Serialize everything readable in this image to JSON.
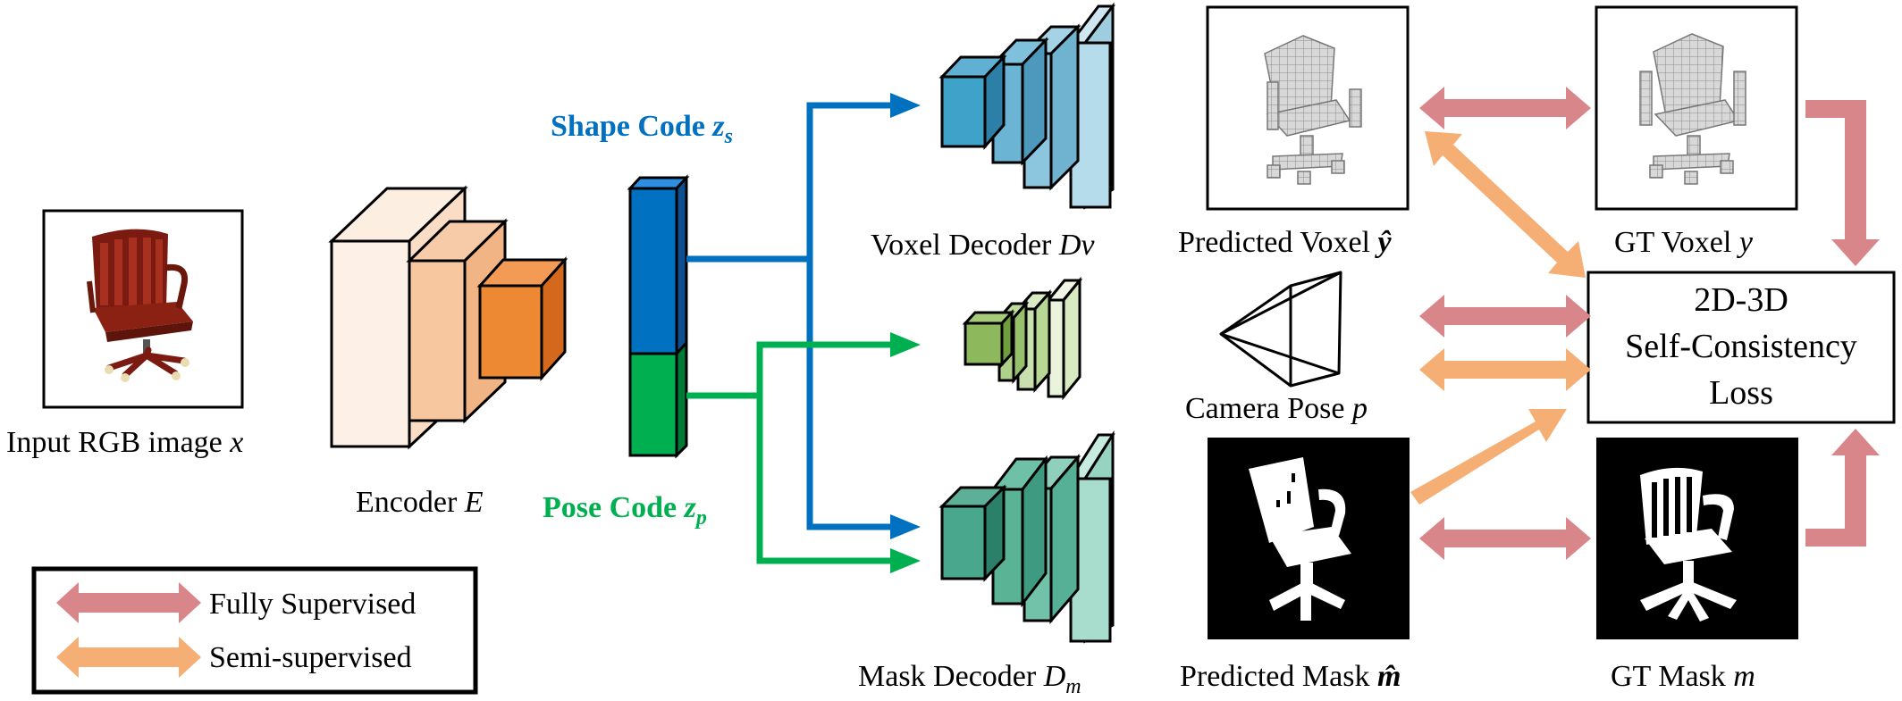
{
  "input": {
    "label": "Input RGB image ",
    "var": "x"
  },
  "encoder": {
    "label": "Encoder ",
    "var": "E"
  },
  "shape_code": {
    "label": "Shape Code ",
    "var": "z",
    "sub": "s",
    "color": "#0070C0"
  },
  "pose_code": {
    "label": "Pose Code ",
    "var": "z",
    "sub": "p",
    "color": "#00B050"
  },
  "voxel_decoder": {
    "label": "Voxel Decoder ",
    "var": "Dv"
  },
  "mask_decoder": {
    "label": "Mask Decoder ",
    "var": "D",
    "sub": "m"
  },
  "predicted_voxel": {
    "label": "Predicted Voxel ",
    "var": "ŷ"
  },
  "gt_voxel": {
    "label": "GT Voxel ",
    "var": "y"
  },
  "camera_pose": {
    "label": "Camera Pose ",
    "var": "p"
  },
  "predicted_mask": {
    "label": "Predicted Mask ",
    "var": "m̂"
  },
  "gt_mask": {
    "label": "GT Mask ",
    "var": "m"
  },
  "loss": {
    "line1": "2D-3D",
    "line2": "Self-Consistency",
    "line3": "Loss"
  },
  "legend": {
    "fully": {
      "label": "Fully Supervised",
      "color": "#D9868B"
    },
    "semi": {
      "label": "Semi-supervised",
      "color": "#F5AE73"
    }
  }
}
